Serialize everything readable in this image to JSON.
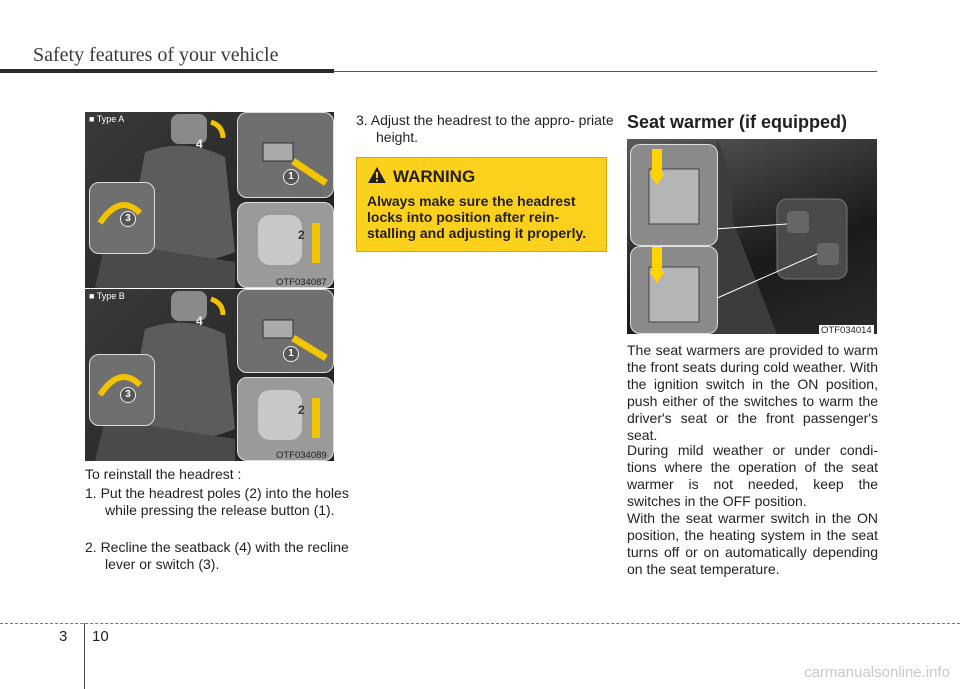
{
  "header": {
    "title": "Safety features of your vehicle"
  },
  "figures": {
    "type_a": {
      "label": "Type A",
      "code": "OTF034087"
    },
    "type_b": {
      "label": "Type B",
      "code": "OTF034089"
    },
    "seat_warmer": {
      "code": "OTF034014"
    },
    "callouts": {
      "one": "1",
      "two": "2",
      "three": "3",
      "four": "4"
    }
  },
  "left_column": {
    "intro": "To reinstall the headrest :",
    "steps": [
      "1. Put the headrest poles (2) into the holes while pressing the release button (1).",
      "2. Recline the seatback (4) with the recline lever or switch (3)."
    ]
  },
  "middle_column": {
    "step3": "3. Adjust the headrest to the appro- priate height.",
    "warning": {
      "title": "WARNING",
      "text": "Always make sure the headrest locks into position after rein- stalling and adjusting it properly."
    }
  },
  "right_column": {
    "heading": "Seat warmer (if equipped)",
    "paragraphs": [
      "The seat warmers are provided to warm the front seats during cold weather. With the ignition switch in the ON position, push either of the switches to warm the driver's seat or the front passenger's seat.",
      "During mild weather or under condi- tions where the operation of the seat warmer is not needed, keep the switches in the  OFF position.",
      "With the seat warmer switch in the ON position, the heating system in the seat turns off or on automatically depending on the seat temperature."
    ]
  },
  "footer": {
    "section": "3",
    "page": "10",
    "watermark": "carmanualsonline.info"
  },
  "colors": {
    "warning_bg": "#fbd11e",
    "accent_yellow": "#ffd200"
  }
}
